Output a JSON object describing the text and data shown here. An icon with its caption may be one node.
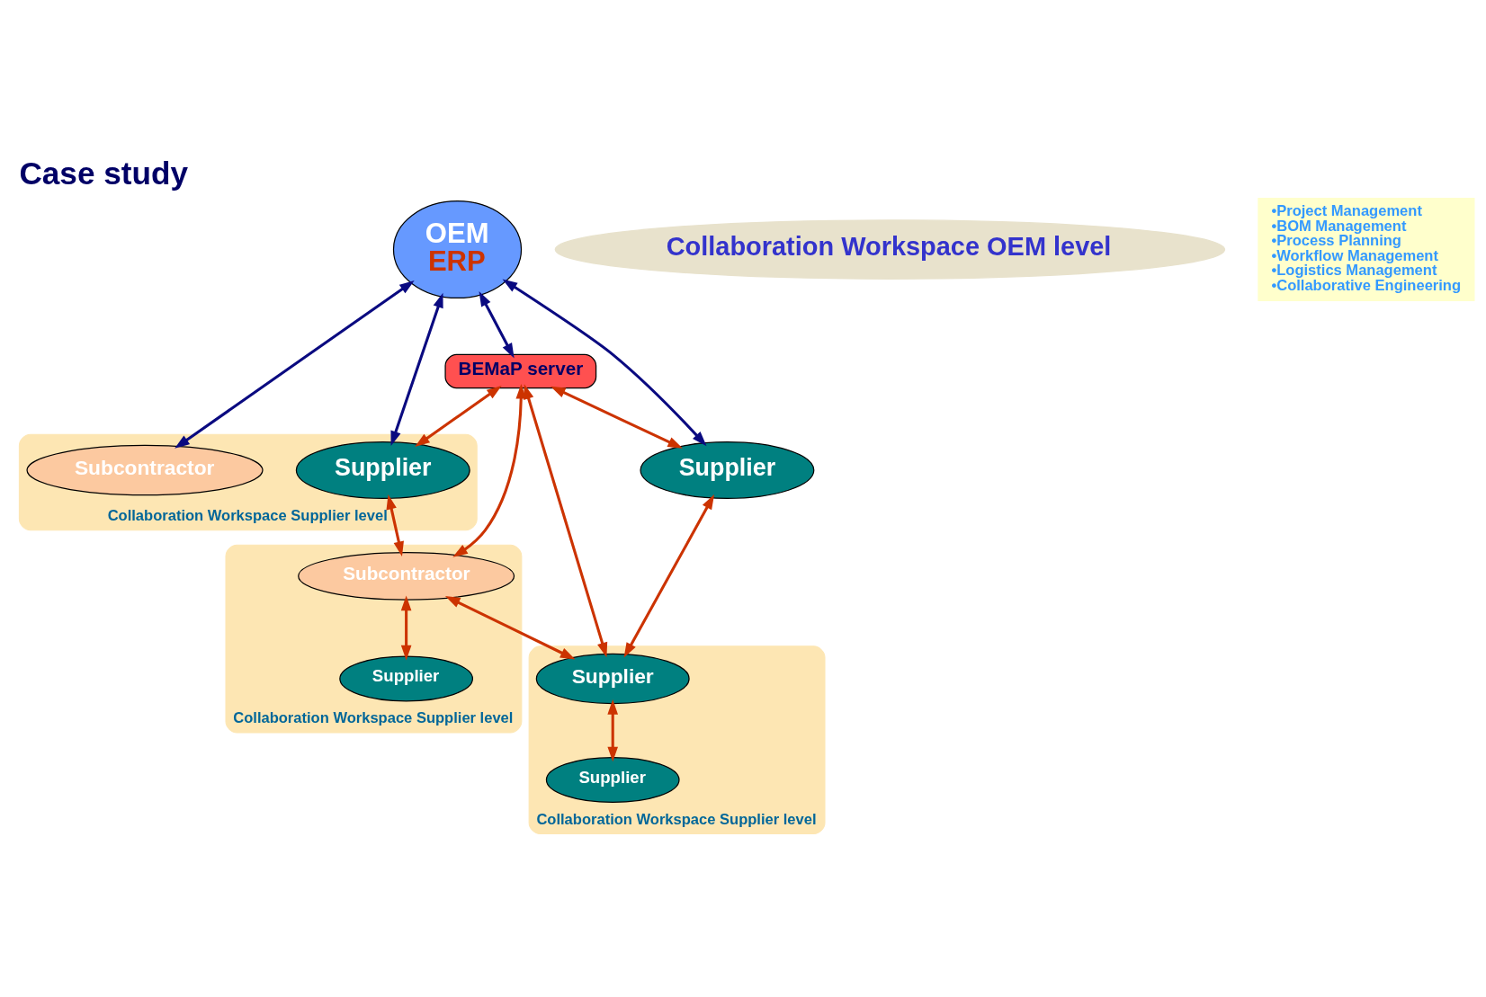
{
  "diagram": {
    "title": "Case study",
    "nodes": [
      {
        "text": [
          "OEM",
          "ERP"
        ]
      },
      {
        "text": [
          "BEMaP server"
        ]
      },
      {
        "text": [
          "Collaboration Workspace OEM level"
        ]
      },
      {
        "text": [
          "Collaboration Workspace Supplier level"
        ]
      },
      {
        "text": [
          "Subcontractor"
        ],
        "in": 3
      },
      {
        "text": [
          "Supplier"
        ],
        "in": 3
      },
      {
        "text": [
          "Supplier"
        ]
      },
      {
        "text": [
          "Collaboration Workspace Supplier level"
        ]
      },
      {
        "text": [
          "Subcontractor"
        ],
        "in": 7
      },
      {
        "text": [
          "Supplier"
        ],
        "in": 7
      },
      {
        "text": [
          "Collaboration Workspace Supplier level"
        ]
      },
      {
        "text": [
          "Supplier"
        ],
        "in": 10
      },
      {
        "text": [
          "Supplier"
        ],
        "in": 10
      },
      {
        "text": [
          "•Project Management",
          "•BOM Management",
          "•Process Planning",
          "•Workflow Management",
          "•Logistics Management",
          "•Collaborative Engineering"
        ]
      }
    ],
    "edges": [
      {
        "from": 0,
        "to": 4,
        "arrow": "both",
        "color": "#0a0a80"
      },
      {
        "from": 0,
        "to": 5,
        "arrow": "both",
        "color": "#0a0a80"
      },
      {
        "from": 0,
        "to": 1,
        "arrow": "both",
        "color": "#0a0a80"
      },
      {
        "from": 0,
        "to": 6,
        "arrow": "both",
        "color": "#0a0a80"
      },
      {
        "from": 1,
        "to": 5,
        "arrow": "both"
      },
      {
        "from": 1,
        "to": 8,
        "arrow": "both"
      },
      {
        "from": 1,
        "to": 11,
        "arrow": "both"
      },
      {
        "from": 1,
        "to": 6,
        "arrow": "both"
      },
      {
        "from": 5,
        "to": 8,
        "arrow": "both"
      },
      {
        "from": 6,
        "to": 11,
        "arrow": "both"
      },
      {
        "from": 8,
        "to": 11,
        "arrow": "both"
      },
      {
        "from": 8,
        "to": 9,
        "arrow": "both"
      },
      {
        "from": 11,
        "to": 12,
        "arrow": "both"
      }
    ]
  }
}
